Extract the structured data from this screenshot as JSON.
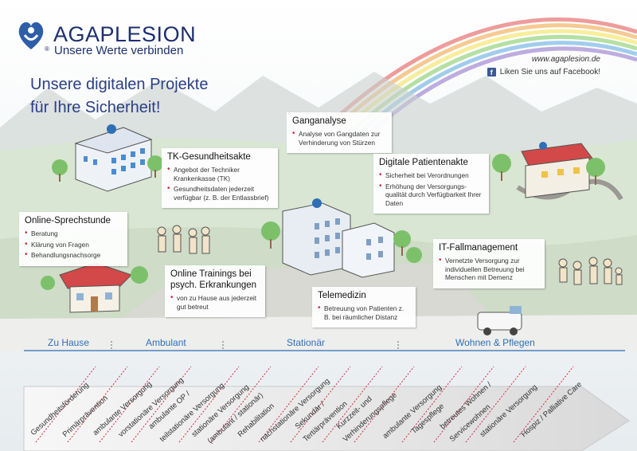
{
  "brand": {
    "name": "AGAPLESION",
    "tagline": "Unsere Werte verbinden",
    "registered": "®"
  },
  "website": "www.agaplesion.de",
  "facebook": {
    "icon": "facebook-icon",
    "label": "Liken Sie uns auf Facebook!"
  },
  "headline": {
    "line1": "Unsere digitalen Projekte",
    "line2": "für Ihre Sicherheit!"
  },
  "cards": {
    "ganganalyse": {
      "title": "Ganganalyse",
      "items": [
        "Analyse von Gangdaten zur Verhinderung von Stürzen"
      ]
    },
    "tk": {
      "title": "TK-Gesundheitsakte",
      "items": [
        "Angebot der Techniker Krankenkasse (TK)",
        "Gesundheitsdaten jederzeit verfügbar (z. B. der Entlassbrief)"
      ]
    },
    "patientenakte": {
      "title": "Digitale Patientenakte",
      "items": [
        "Sicherheit bei Verordnungen",
        "Erhöhung der Versorgungs-qualität durch Verfügbarkeit Ihrer Daten"
      ]
    },
    "sprechstunde": {
      "title": "Online-Sprechstunde",
      "items": [
        "Beratung",
        "Klärung von Fragen",
        "Behandlungsnachsorge"
      ]
    },
    "fallmanagement": {
      "title": "IT-Fallmanagement",
      "items": [
        "Vernetzte Versorgung zur individuellen Betreuung bei Menschen mit Demenz"
      ]
    },
    "trainings": {
      "title": "Online Trainings bei psych. Erkrankungen",
      "items": [
        "von zu Hause aus jederzeit gut betreut"
      ]
    },
    "telemedizin": {
      "title": "Telemedizin",
      "items": [
        "Betreuung von Patienten z. B. bei räumlicher Distanz"
      ]
    }
  },
  "stages": [
    "Zu Hause",
    "Ambulant",
    "Stationär",
    "Wohnen & Pflegen"
  ],
  "care_steps": [
    "Gesundheitsförderung",
    "Primärprävention",
    "ambulante Versorgung",
    "vorstationäre Versorgung",
    "ambulante OP /",
    "teilstationäre Versorgung",
    "stationäre Versorgung",
    "(ambulant / stationär)",
    "Rehabilitation",
    "nachstationäre Versorgung",
    "Sekundär /",
    "Tertiärprävention",
    "Kurzzeit- und",
    "Verhinderungspflege",
    "ambulante Versorgung",
    "Tagespflege",
    "betreutes Wohnen /",
    "Servicewohnen",
    "stationäre Versorgung",
    "Hospiz / Palliative Care"
  ],
  "colors": {
    "brand_blue": "#1d2f6e",
    "headline_blue": "#2b3f85",
    "stage_blue": "#2f6fb6",
    "bullet_red": "#d12c3f",
    "arrow_grey": "#dcdcdc"
  }
}
